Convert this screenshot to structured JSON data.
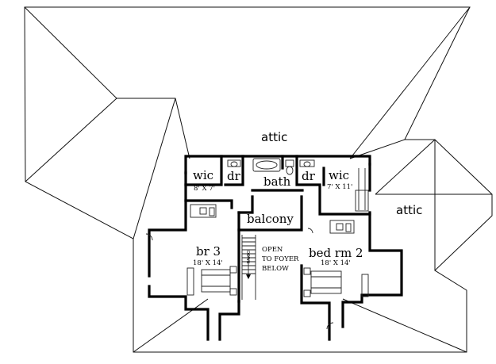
{
  "rooms": {
    "attic_main": "attic",
    "attic_right": "attic",
    "wic_left": {
      "name": "wic",
      "size": "8' X 7'"
    },
    "dr_left": "dr",
    "bath": "bath",
    "dr_right": "dr",
    "wic_right": {
      "name": "wic",
      "size": "7' X 11'"
    },
    "balcony": "balcony",
    "br3": {
      "name": "br 3",
      "size": "18' X 14'"
    },
    "bed2": {
      "name": "bed rm 2",
      "size": "18' X 14'"
    },
    "open_note": [
      "OPEN",
      "TO FOYER",
      "BELOW"
    ],
    "stair_label": "DOWN"
  }
}
